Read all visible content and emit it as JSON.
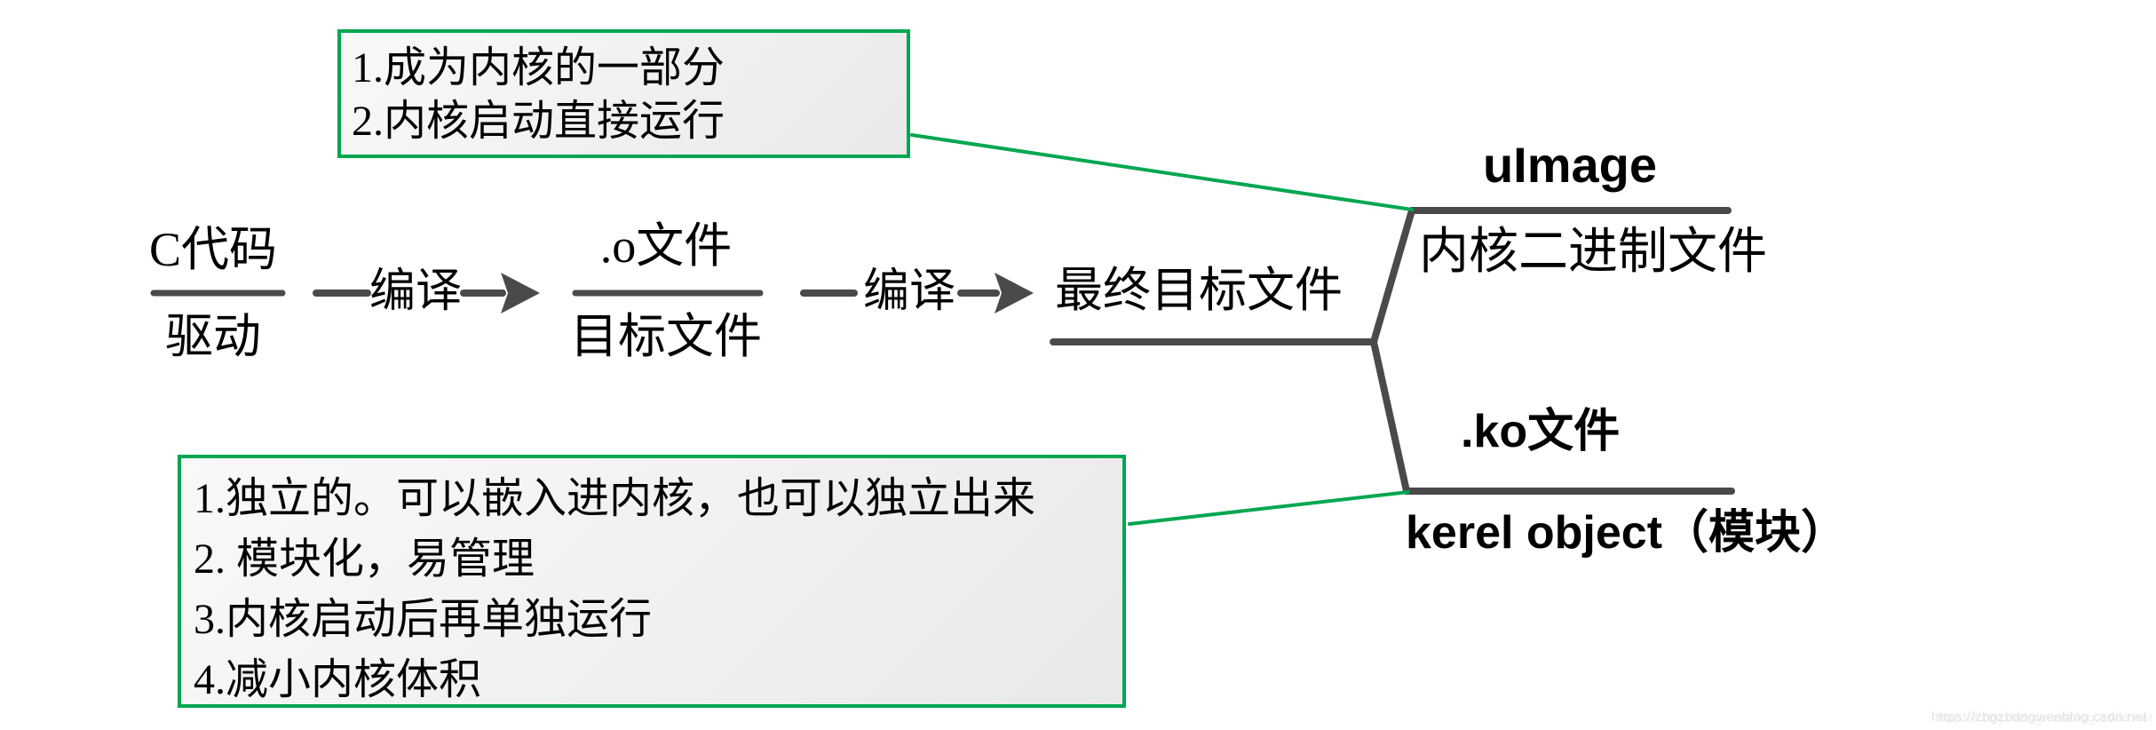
{
  "colors": {
    "line": "#4a4a4a",
    "green": "#00a650",
    "text": "#000000",
    "box_fill_start": "#f9f9f9",
    "box_fill_end": "#e9e9e9",
    "watermark": "#e2e2e2"
  },
  "flow": {
    "source": {
      "top": "C代码",
      "bottom": "驱动"
    },
    "step1_label": "编译",
    "intermediate": {
      "top": ".o文件",
      "bottom": "目标文件"
    },
    "step2_label": "编译",
    "final": "最终目标文件"
  },
  "branch_top": {
    "title": "uImage",
    "subtitle": "内核二进制文件",
    "notes": [
      "1.成为内核的一部分",
      "2.内核启动直接运行"
    ]
  },
  "branch_bottom": {
    "title": ".ko文件",
    "subtitle": "kerel object（模块）",
    "notes": [
      "1.独立的。可以嵌入进内核，也可以独立出来",
      "2. 模块化，易管理",
      "3.内核启动后再单独运行",
      "4.减小内核体积"
    ]
  },
  "watermark": "https://zbgzbdngwenblog.csdn.net"
}
